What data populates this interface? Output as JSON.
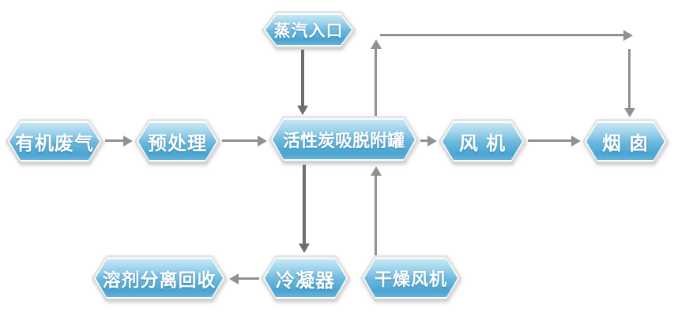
{
  "diagram": {
    "type": "process-flowchart",
    "background": "#ffffff",
    "colors": {
      "node_fill_top": "#c6e7f5",
      "node_fill_bottom": "#4aa4d2",
      "node_border": "#d9d9d9",
      "node_text": "#ffffff",
      "arrow_light": "#919191",
      "arrow_dark": "#6e6e6e"
    }
  },
  "nodes": {
    "steam_inlet": {
      "label": "蒸汽入口"
    },
    "organic_waste_gas": {
      "label": "有机废气"
    },
    "pretreatment": {
      "label": "预处理"
    },
    "carbon_tank": {
      "label": "活性炭吸脱附罐"
    },
    "fan": {
      "label": "风 机"
    },
    "chimney": {
      "label": "烟 囱"
    },
    "solvent_recovery": {
      "label": "溶剂分离回收"
    },
    "condenser": {
      "label": "冷凝器"
    },
    "drying_fan": {
      "label": "干燥风机"
    }
  },
  "edges": [
    {
      "from": "蒸汽入口",
      "to": "活性炭吸脱附罐",
      "direction": "down"
    },
    {
      "from": "有机废气",
      "to": "预处理",
      "direction": "right"
    },
    {
      "from": "预处理",
      "to": "活性炭吸脱附罐",
      "direction": "right"
    },
    {
      "from": "活性炭吸脱附罐",
      "to": "风 机",
      "direction": "right"
    },
    {
      "from": "风 机",
      "to": "烟 囱",
      "direction": "right"
    },
    {
      "from": "活性炭吸脱附罐",
      "to": "烟 囱",
      "direction": "up-right-down bypass"
    },
    {
      "from": "活性炭吸脱附罐",
      "to": "冷凝器",
      "direction": "down"
    },
    {
      "from": "冷凝器",
      "to": "溶剂分离回收",
      "direction": "left"
    },
    {
      "from": "干燥风机",
      "to": "活性炭吸脱附罐",
      "direction": "up"
    }
  ]
}
